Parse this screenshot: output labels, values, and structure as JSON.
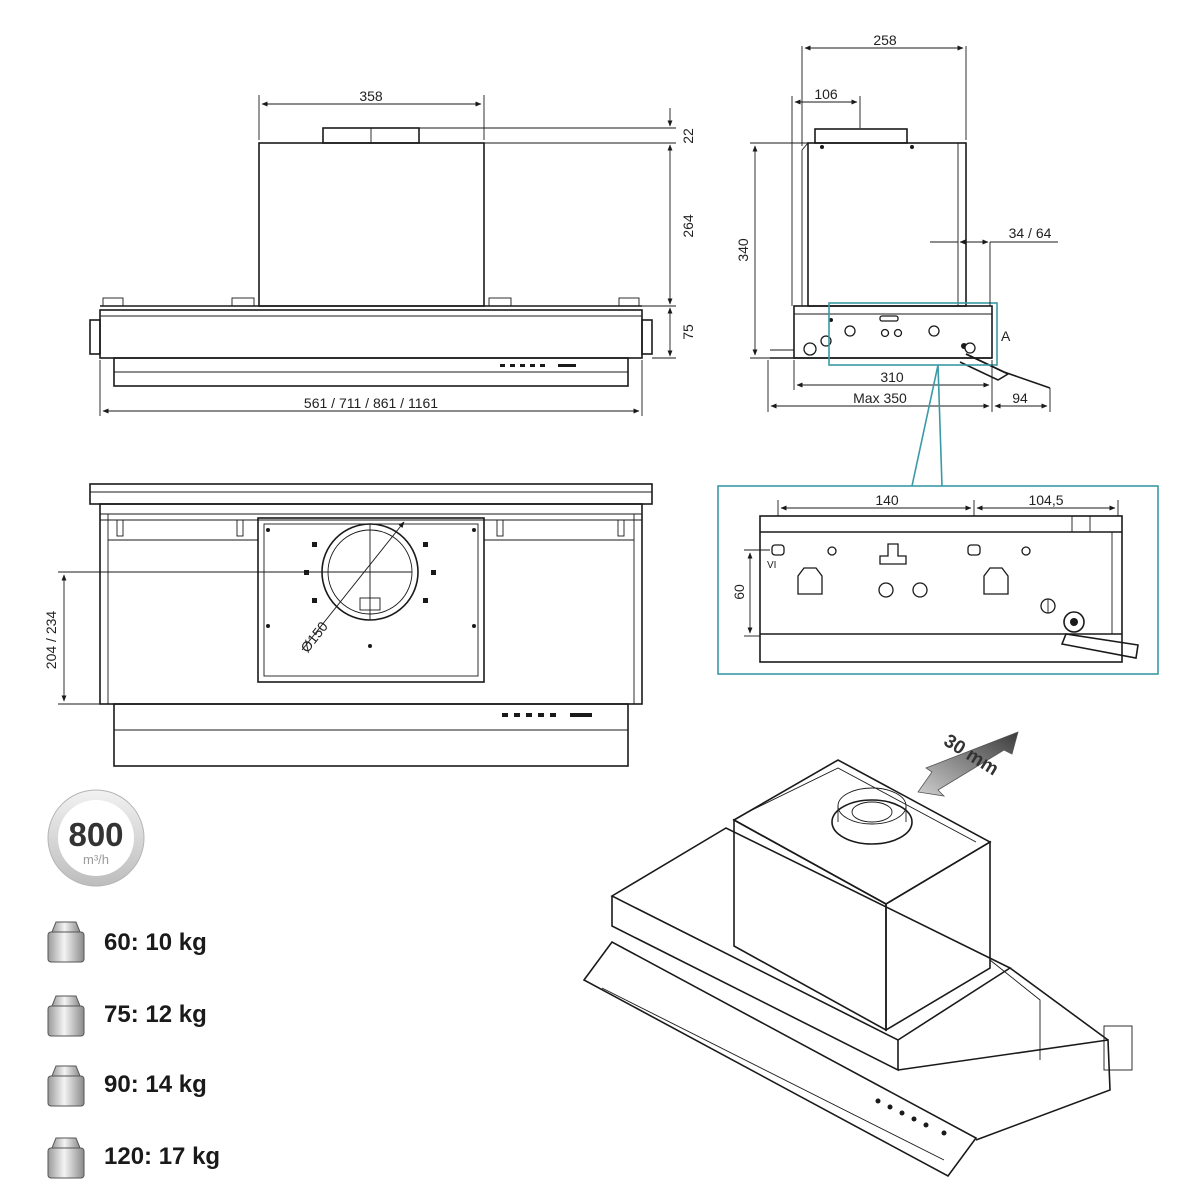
{
  "front_view": {
    "width_358": "358",
    "height_22": "22",
    "height_264": "264",
    "height_75": "75",
    "widths": "561 / 711 / 861 / 1161"
  },
  "side_view": {
    "depth_258": "258",
    "depth_106": "106",
    "height_340": "340",
    "offset_34_64": "34 / 64",
    "depth_310": "310",
    "depth_max_350": "Max 350",
    "depth_94": "94",
    "detail_label": "A"
  },
  "detail_a": {
    "spacing_140": "140",
    "spacing_104_5": "104,5",
    "height_60": "60"
  },
  "bottom_view": {
    "height_204_234": "204 / 234",
    "diameter_150": "Ø150"
  },
  "iso_view": {
    "slide_distance": "30 mm",
    "box_color": "#96b7c8"
  },
  "airflow": {
    "value": "800",
    "unit": "m³/h"
  },
  "weights": [
    {
      "label": "60: 10 kg"
    },
    {
      "label": "75: 12 kg"
    },
    {
      "label": "90: 14 kg"
    },
    {
      "label": "120: 17 kg"
    }
  ],
  "colors": {
    "line": "#1a1a1a",
    "detail_frame": "#3a9aa5"
  }
}
